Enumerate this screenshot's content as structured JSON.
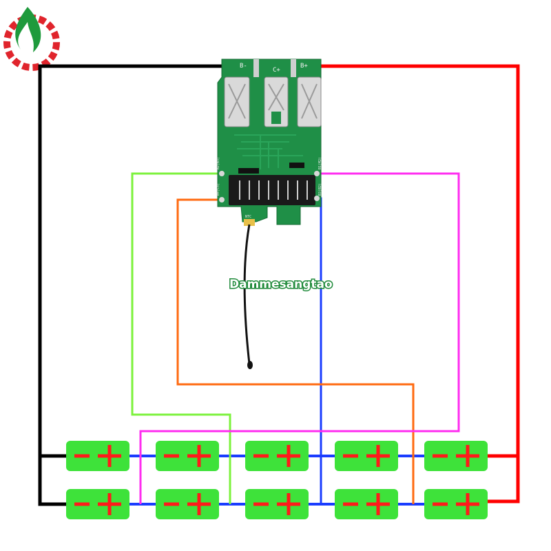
{
  "watermark": {
    "text": "Dammesangtao",
    "text_color": "#ffffff",
    "outline_color": "#1f8a3a"
  },
  "logo": {
    "icon": "flame-gear-logo-icon",
    "flame_color": "#1e9a3c",
    "gear_color": "#e0242c"
  },
  "pcb": {
    "color": "#1f8f47",
    "pad_labels": {
      "neg": "B-",
      "mid": "C+",
      "pos": "B+"
    },
    "small_labels": [
      "B2(B3)",
      "B4(C3)",
      "B1(M2)",
      "B3(B2)"
    ],
    "thermistor_label": "NTC"
  },
  "wire_colors": {
    "black": "#000000",
    "red": "#ff0000",
    "green": "#7cf23c",
    "orange": "#ff6a10",
    "magenta": "#ff2cf0",
    "blue": "#1a3cff"
  },
  "cells": {
    "color": "#3ee23a",
    "sign_color": "#ff1a1a",
    "neg_sign": "-",
    "pos_sign": "+",
    "rows": 2,
    "columns": 5
  }
}
